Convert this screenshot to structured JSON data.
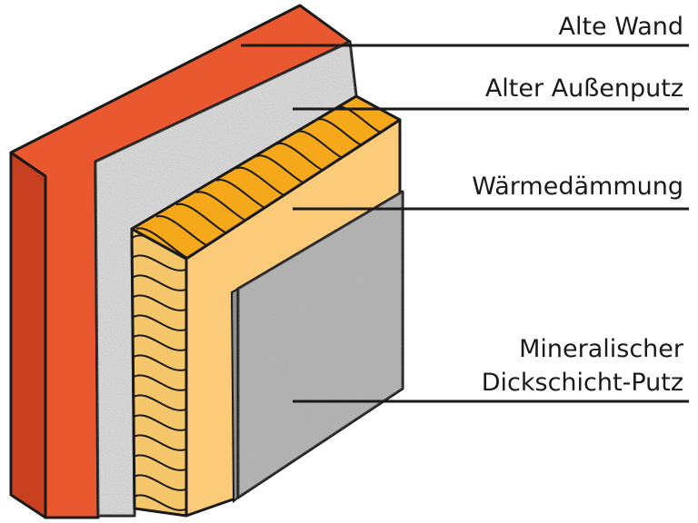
{
  "labels": {
    "alte_wand": "Alte Wand",
    "alter_aussenputz": "Alter Außenputz",
    "waermedaemmung": "Wärmedämmung",
    "putz_line1": "Mineralischer",
    "putz_line2": "Dickschicht-Putz"
  },
  "colors": {
    "wall_front": "#e9582f",
    "wall_side": "#c8401f",
    "old_plaster": "#e6e6e6",
    "insulation_face": "#fccb7a",
    "insulation_top": "#f4a81a",
    "insulation_side": "#f6c66a",
    "new_plaster": "#b8b8b8",
    "outline": "#1a1a1a"
  }
}
